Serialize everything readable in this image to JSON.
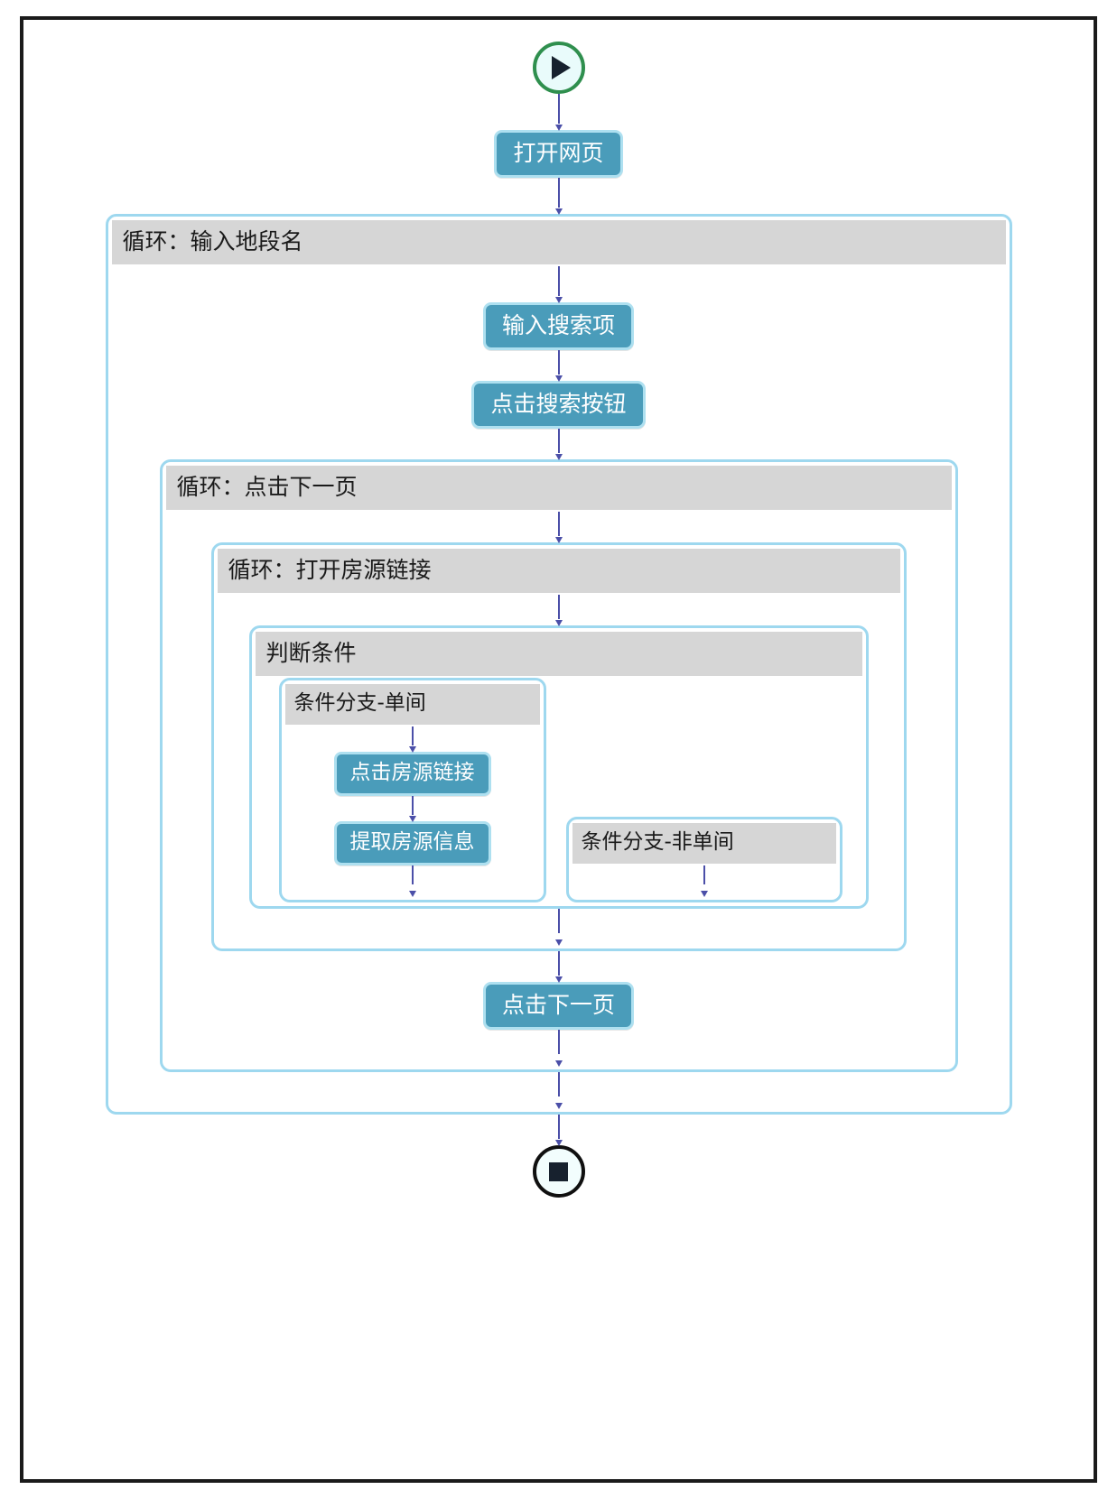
{
  "diagram": {
    "type": "flowchart",
    "title": "",
    "colors": {
      "action_fill": "#4a9cba",
      "action_border": "#aee0f0",
      "container_border": "#9ed8ef",
      "header_fill": "#d6d6d6",
      "arrow": "#4b4fa8",
      "start_ring": "#2f8f4e",
      "end_ring": "#101010",
      "frame": "#1b1b1b",
      "background": "#ffffff"
    },
    "start_node": {
      "icon": "play-triangle-icon",
      "label": ""
    },
    "end_node": {
      "icon": "stop-square-icon",
      "label": ""
    },
    "steps": {
      "open_webpage": "打开网页",
      "input_search_term": "输入搜索项",
      "click_search_button": "点击搜索按钮",
      "click_listing_link": "点击房源链接",
      "extract_listing_info": "提取房源信息",
      "click_next_page": "点击下一页"
    },
    "containers": {
      "loop_district": "循环：输入地段名",
      "loop_next_page": "循环：点击下一页",
      "loop_open_listing": "循环：打开房源链接",
      "condition": "判断条件",
      "branch_single": "条件分支-单间",
      "branch_non_single": "条件分支-非单间"
    }
  }
}
